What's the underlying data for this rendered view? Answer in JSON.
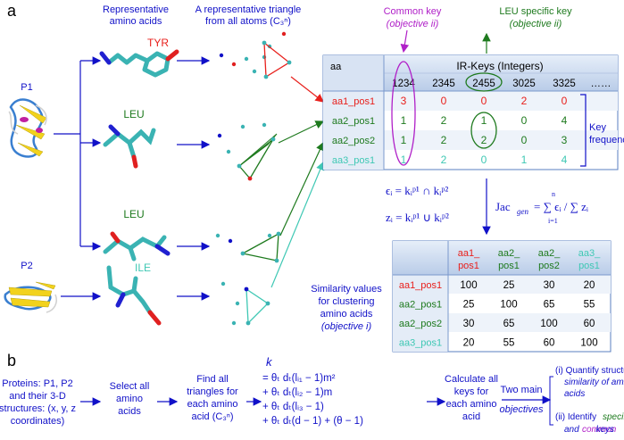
{
  "panel_a": {
    "label": "a",
    "headers": {
      "representative": [
        "Representative",
        "amino acids"
      ],
      "triangle": [
        "A representative triangle",
        "from all atoms (C₃ⁿ)"
      ]
    },
    "proteins": [
      "P1",
      "P2"
    ],
    "residues": [
      "TYR",
      "LEU",
      "LEU",
      "ILE"
    ],
    "colors": {
      "red": "#e8201c",
      "green": "#1e7a1e",
      "teal": "#3fc8b4",
      "blue": "#1010c8",
      "purple": "#b020c8",
      "header_blue": "#c9d8ee",
      "light_blue": "#dce7f5"
    },
    "common_key": [
      "Common key",
      "(objective ii)"
    ],
    "specific_key": [
      "LEU specific key",
      "(objective ii)"
    ],
    "ir_table": {
      "corner": "aa",
      "title": "IR-Keys (Integers)",
      "keys": [
        "1234",
        "2345",
        "2455",
        "3025",
        "3325",
        "……"
      ],
      "rows": [
        {
          "label": "aa1_pos1",
          "values": [
            "3",
            "0",
            "0",
            "2",
            "0"
          ]
        },
        {
          "label": "aa2_pos1",
          "values": [
            "1",
            "2",
            "1",
            "0",
            "4"
          ]
        },
        {
          "label": "aa2_pos2",
          "values": [
            "1",
            "2",
            "2",
            "0",
            "3"
          ]
        },
        {
          "label": "aa3_pos1",
          "values": [
            "1",
            "2",
            "0",
            "1",
            "4"
          ]
        }
      ]
    },
    "key_frequency": [
      "Key",
      "frequency"
    ],
    "formulas": {
      "eps": "ϵᵢ = kᵢᵖ¹ ∩ kᵢᵖ²",
      "z": "zᵢ = kᵢᵖ¹ ∪ kᵢᵖ²",
      "jac": "Jac",
      "jac_sub": "gen",
      "jac_rhs": "= ∑ ϵᵢ / ∑ zᵢ",
      "sum_top": "n",
      "sum_bottom": "i=1"
    },
    "similarity_caption": [
      "Similarity values",
      "for clustering",
      "amino acids",
      "(objective i)"
    ],
    "sim_table": {
      "cols": [
        [
          "aa1_",
          "pos1"
        ],
        [
          "aa2_",
          "pos1"
        ],
        [
          "aa2_",
          "pos2"
        ],
        [
          "aa3_",
          "pos1"
        ]
      ],
      "rows": [
        {
          "label": "aa1_pos1",
          "values": [
            "100",
            "25",
            "30",
            "20"
          ]
        },
        {
          "label": "aa2_pos1",
          "values": [
            "25",
            "100",
            "65",
            "55"
          ]
        },
        {
          "label": "aa2_pos2",
          "values": [
            "30",
            "65",
            "100",
            "60"
          ]
        },
        {
          "label": "aa3_pos1",
          "values": [
            "20",
            "55",
            "60",
            "100"
          ]
        }
      ]
    }
  },
  "panel_b": {
    "label": "b",
    "step1": [
      "Proteins: P1, P2",
      "and their 3-D",
      "structures: (x, y, z",
      "coordinates)"
    ],
    "step2": [
      "Select all",
      "amino",
      "acids"
    ],
    "step3": [
      "Find all",
      "triangles for",
      "each amino",
      "acid (C₃ⁿ)"
    ],
    "k_formula": [
      "k",
      "= θₜ dₜ(lᵢ₁ − 1)m²",
      "+ θₜ dₜ(lᵢ₂ − 1)m",
      "+ θₜ dₜ(lᵢ₃ − 1)",
      "+ θₜ dₜ(d − 1) + (θ − 1)"
    ],
    "step4": [
      "Calculate all",
      "keys for",
      "each amino",
      "acid"
    ],
    "step5": [
      "Two main",
      "objectives"
    ],
    "outcome1": [
      "(i) Quantify structure",
      "similarity of amino",
      "acids"
    ],
    "outcome2": [
      "(ii) Identify",
      "specific",
      "and",
      "common",
      "keys"
    ]
  }
}
